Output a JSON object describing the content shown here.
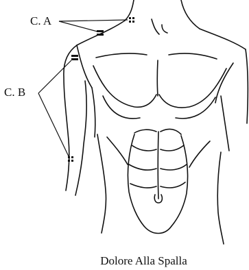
{
  "labels": {
    "point_a": "C. A",
    "point_b": "C. B"
  },
  "caption": "Dolore Alla Spalla",
  "colors": {
    "line": "#111111",
    "background": "#ffffff"
  },
  "marker_icon": "four-square-dot-cluster"
}
